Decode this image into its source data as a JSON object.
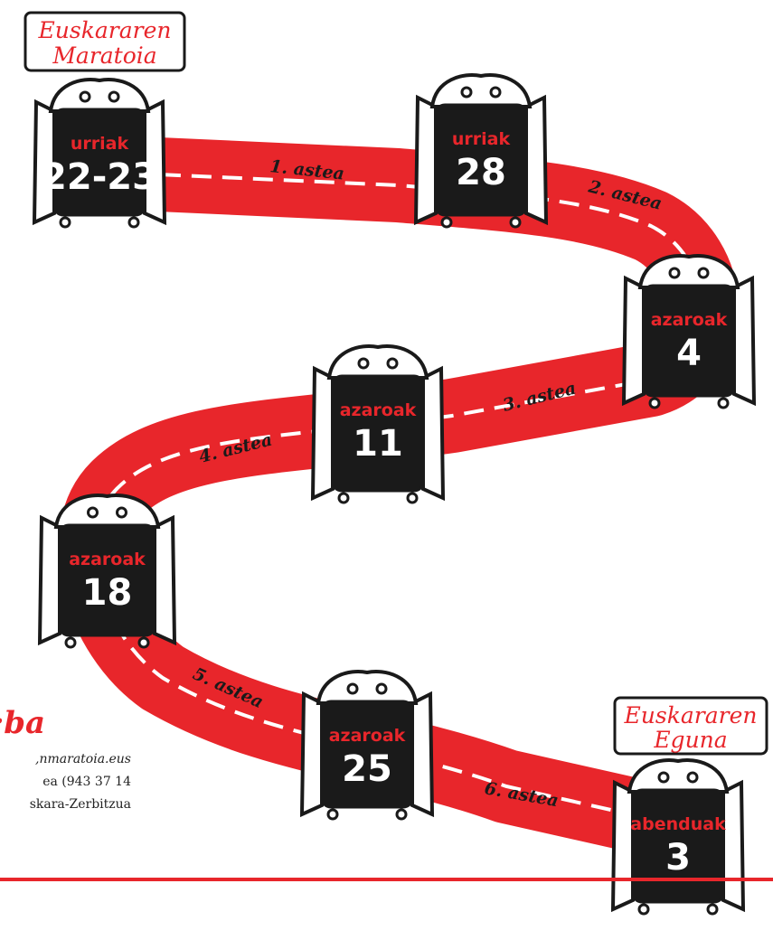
{
  "colors": {
    "path": "#e8262b",
    "door": "#1a1a1a",
    "accent": "#e8262b",
    "frame": "#1a1a1a"
  },
  "start_sign": {
    "line1": "Euskararen",
    "line2": "Maratoia"
  },
  "end_sign": {
    "line1": "Euskararen",
    "line2": "Eguna"
  },
  "weeks": [
    "1. astea",
    "2. astea",
    "3. astea",
    "4. astea",
    "5. astea",
    "6. astea"
  ],
  "doors": [
    {
      "month": "urriak",
      "day": "22-23"
    },
    {
      "month": "urriak",
      "day": "28"
    },
    {
      "month": "azaroak",
      "day": "4"
    },
    {
      "month": "azaroak",
      "day": "11"
    },
    {
      "month": "azaroak",
      "day": "18"
    },
    {
      "month": "azaroak",
      "day": "25"
    },
    {
      "month": "abenduak",
      "day": "3"
    }
  ],
  "info": {
    "heading": "ba:",
    "line1": "nmaratoia.eus,",
    "line2": "ea  (943  37  14",
    "line3": "skara-Zerbitzua"
  }
}
